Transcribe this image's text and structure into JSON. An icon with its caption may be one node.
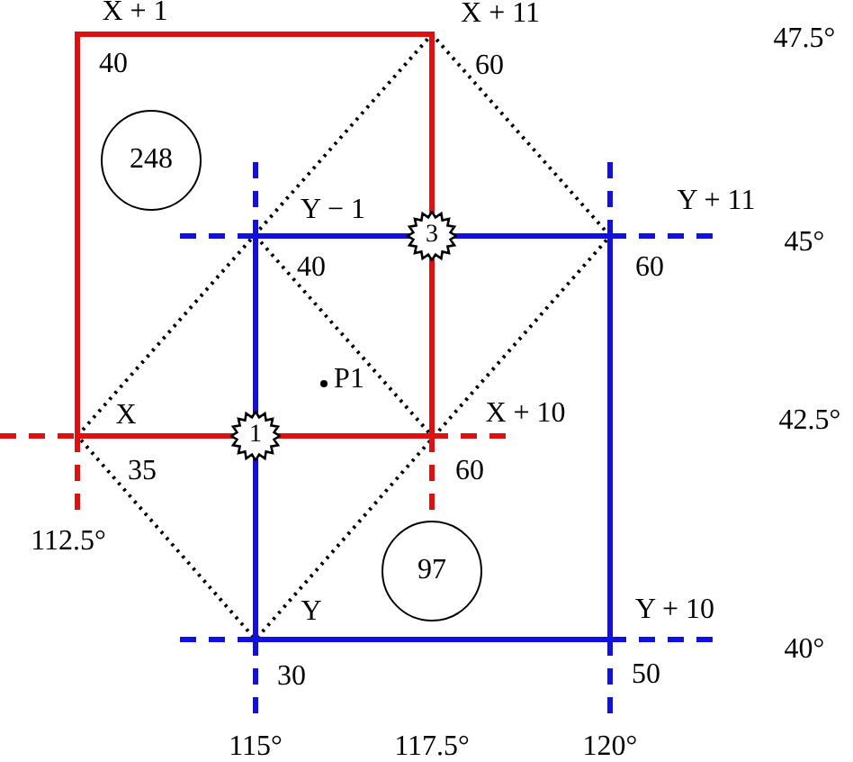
{
  "diagram": {
    "nodes": [
      {
        "text": [
          "248"
        ]
      },
      {
        "text": [
          "3"
        ]
      },
      {
        "text": [
          "1"
        ]
      },
      {
        "text": [
          "97"
        ]
      }
    ],
    "labels": [
      "X + 1",
      "X + 11",
      "47.5°",
      "40",
      "60",
      "Y − 1",
      "Y + 11",
      "45°",
      "40",
      "60",
      "P1",
      "X",
      "X + 10",
      "42.5°",
      "35",
      "60",
      "112.5°",
      "Y",
      "Y + 10",
      "40°",
      "30",
      "50",
      "115°",
      "117.5°",
      "120°"
    ]
  }
}
